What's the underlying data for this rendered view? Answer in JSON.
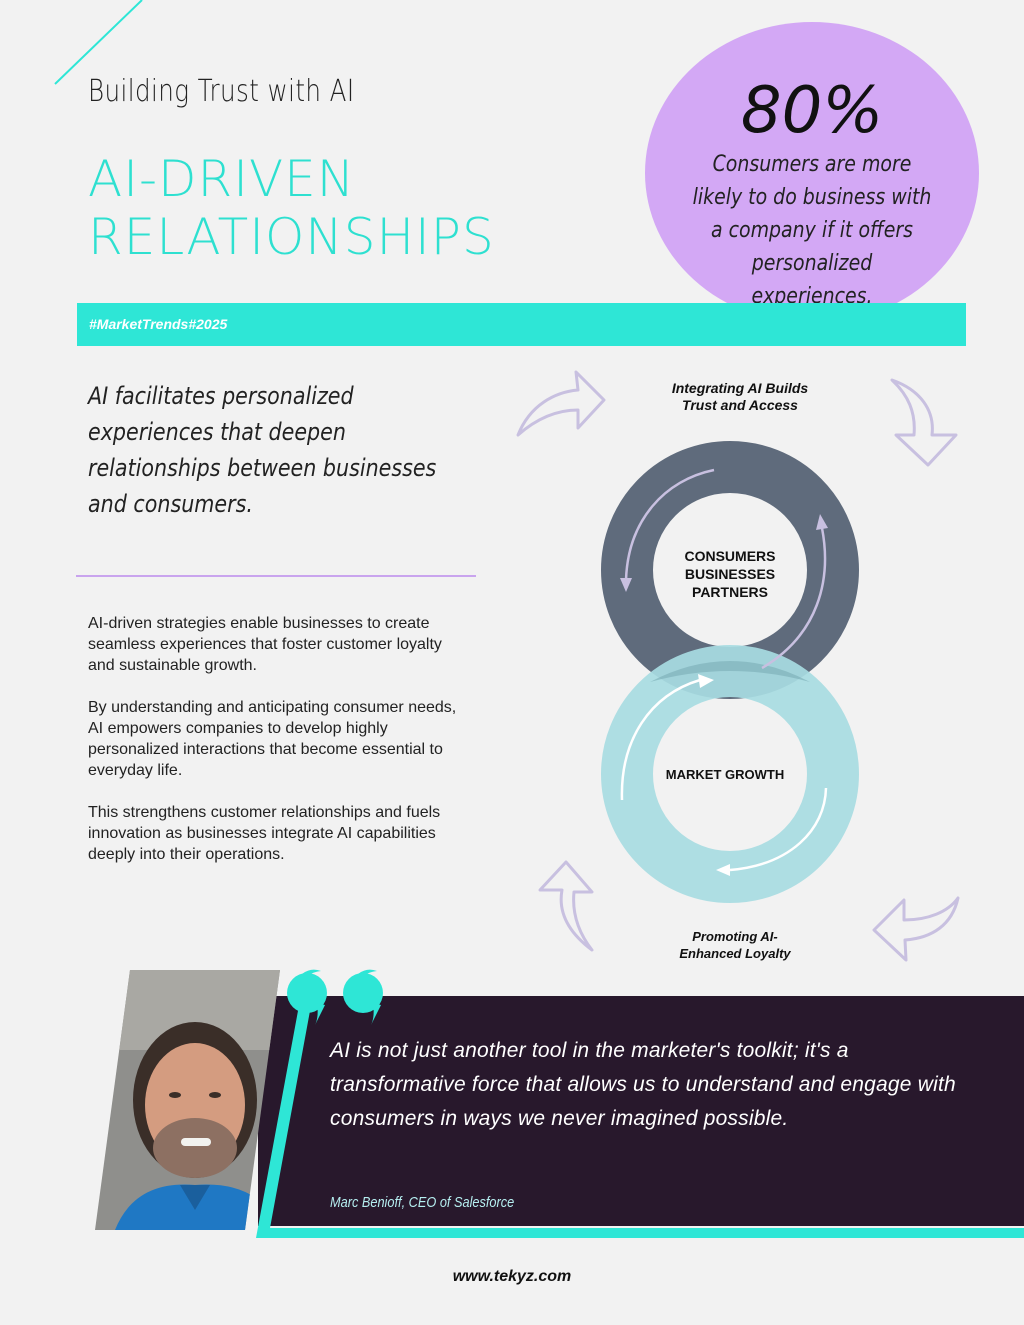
{
  "header": {
    "eyebrow": "Building Trust with AI",
    "headline_line1": "AI-DRIVEN",
    "headline_line2": "RELATIONSHIPS"
  },
  "stat": {
    "value": "80%",
    "description": "Consumers are more likely to do business with a company if it offers personalized experiences."
  },
  "tag": "#MarketTrends#2025",
  "lead": "AI facilitates personalized experiences that deepen relationships between businesses and consumers.",
  "body": {
    "p1": "AI-driven strategies enable businesses to create seamless experiences that foster customer loyalty and sustainable growth.",
    "p2": "By understanding and anticipating consumer needs, AI empowers companies to develop highly personalized interactions that become essential to everyday life.",
    "p3": "This strengthens customer relationships and fuels innovation as businesses integrate AI capabilities deeply into their operations."
  },
  "diagram": {
    "top_label_line1": "Integrating AI Builds",
    "top_label_line2": "Trust and Access",
    "ring1_line1": "CONSUMERS",
    "ring1_line2": "BUSINESSES",
    "ring1_line3": "PARTNERS",
    "ring2_label": "MARKET GROWTH",
    "bottom_label_line1": "Promoting AI-",
    "bottom_label_line2": "Enhanced Loyalty"
  },
  "quote": {
    "text": "AI is not just another tool in the marketer's toolkit; it's a transformative force that allows us to understand and engage with consumers in ways we never imagined possible.",
    "author": "Marc Benioff, CEO of Salesforce"
  },
  "footer": {
    "url": "www.tekyz.com"
  },
  "colors": {
    "accent_teal": "#2ee6d6",
    "accent_purple": "#d3a8f5",
    "ring_dark": "#5f6b7c",
    "ring_light": "#a8dce2",
    "quote_bg": "#28182c"
  }
}
